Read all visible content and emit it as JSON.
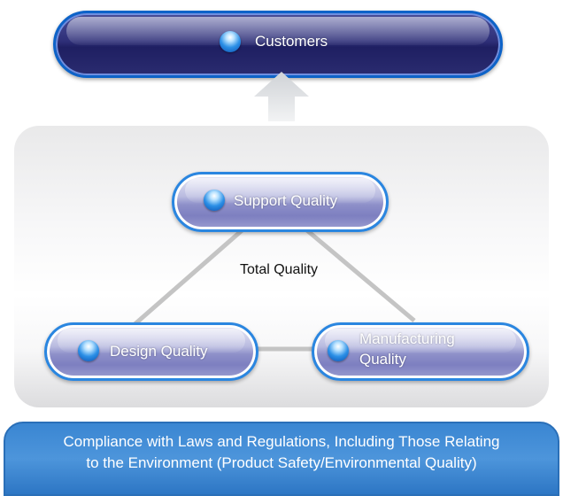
{
  "top": {
    "label": "Customers"
  },
  "nodes": {
    "support": "Support Quality",
    "design": "Design Quality",
    "manufacturing": [
      "Manufacturing",
      "Quality"
    ]
  },
  "center_label": "Total Quality",
  "footer": {
    "line1": "Compliance with Laws and Regulations, Including Those Relating",
    "line2": "to the Environment (Product Safety/Environmental Quality)"
  },
  "colors": {
    "top_pill": "#2e2f78",
    "node_pill": "#8e90c9",
    "accent_border": "#2a86e0",
    "footer": "#3a86d2",
    "connector": "#c4c4c4",
    "arrow": "#cfd2d6"
  }
}
